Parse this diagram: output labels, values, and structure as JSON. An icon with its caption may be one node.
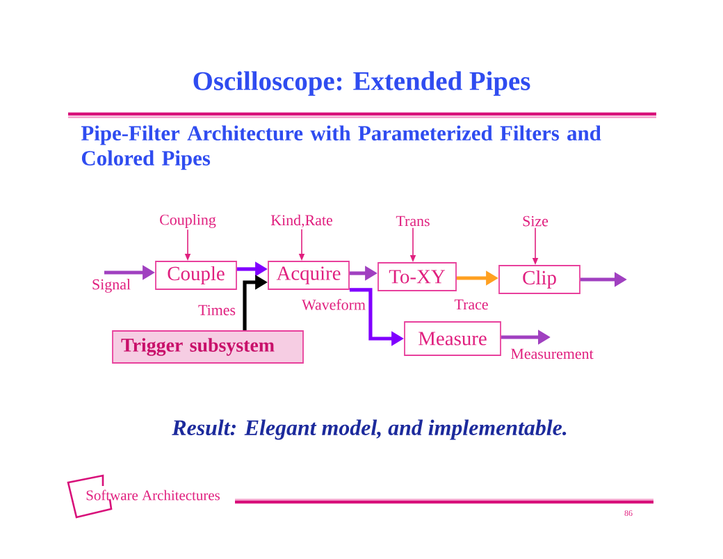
{
  "diagram": {
    "title": "Oscilloscope: Extended Pipes",
    "nodes": [
      {
        "text": [
          "Coupling"
        ]
      },
      {
        "text": [
          "Kind,Rate"
        ]
      },
      {
        "text": [
          "Trans"
        ]
      },
      {
        "text": [
          "Size"
        ]
      },
      {
        "text": [
          "Couple"
        ]
      },
      {
        "text": [
          "Acquire"
        ]
      },
      {
        "text": [
          "To-XY"
        ]
      },
      {
        "text": [
          "Clip"
        ]
      },
      {
        "text": [
          "Measure"
        ]
      },
      {
        "text": [
          "Trigger subsystem"
        ]
      }
    ],
    "edges": [
      {
        "from": null,
        "to": 4,
        "arrow": "to",
        "label": "Signal",
        "color": "#a040c0"
      },
      {
        "from": 0,
        "to": 4,
        "arrow": "to"
      },
      {
        "from": 1,
        "to": 5,
        "arrow": "to"
      },
      {
        "from": 2,
        "to": 6,
        "arrow": "to"
      },
      {
        "from": 3,
        "to": 7,
        "arrow": "to"
      },
      {
        "from": 4,
        "to": 5,
        "arrow": "to",
        "color": "#8000ff"
      },
      {
        "from": 9,
        "to": 5,
        "arrow": "to",
        "label": "Times",
        "color": "#000000"
      },
      {
        "from": 5,
        "to": 6,
        "arrow": "to",
        "color": "#a040c0"
      },
      {
        "from": 5,
        "to": 8,
        "arrow": "to",
        "label": "Waveform",
        "color": "#8000ff"
      },
      {
        "from": 6,
        "to": 7,
        "arrow": "to",
        "label": "Trace",
        "color": "#ffa020"
      },
      {
        "from": 7,
        "to": null,
        "arrow": "to",
        "color": "#a040c0"
      },
      {
        "from": 8,
        "to": null,
        "arrow": "to",
        "label": "Measurement",
        "color": "#a040c0"
      }
    ],
    "labels": [
      "Pipe-Filter Architecture with Parameterized Filters and Colored Pipes",
      "Result: Elegant model, and implementable.",
      "Software Architectures",
      "86"
    ]
  }
}
